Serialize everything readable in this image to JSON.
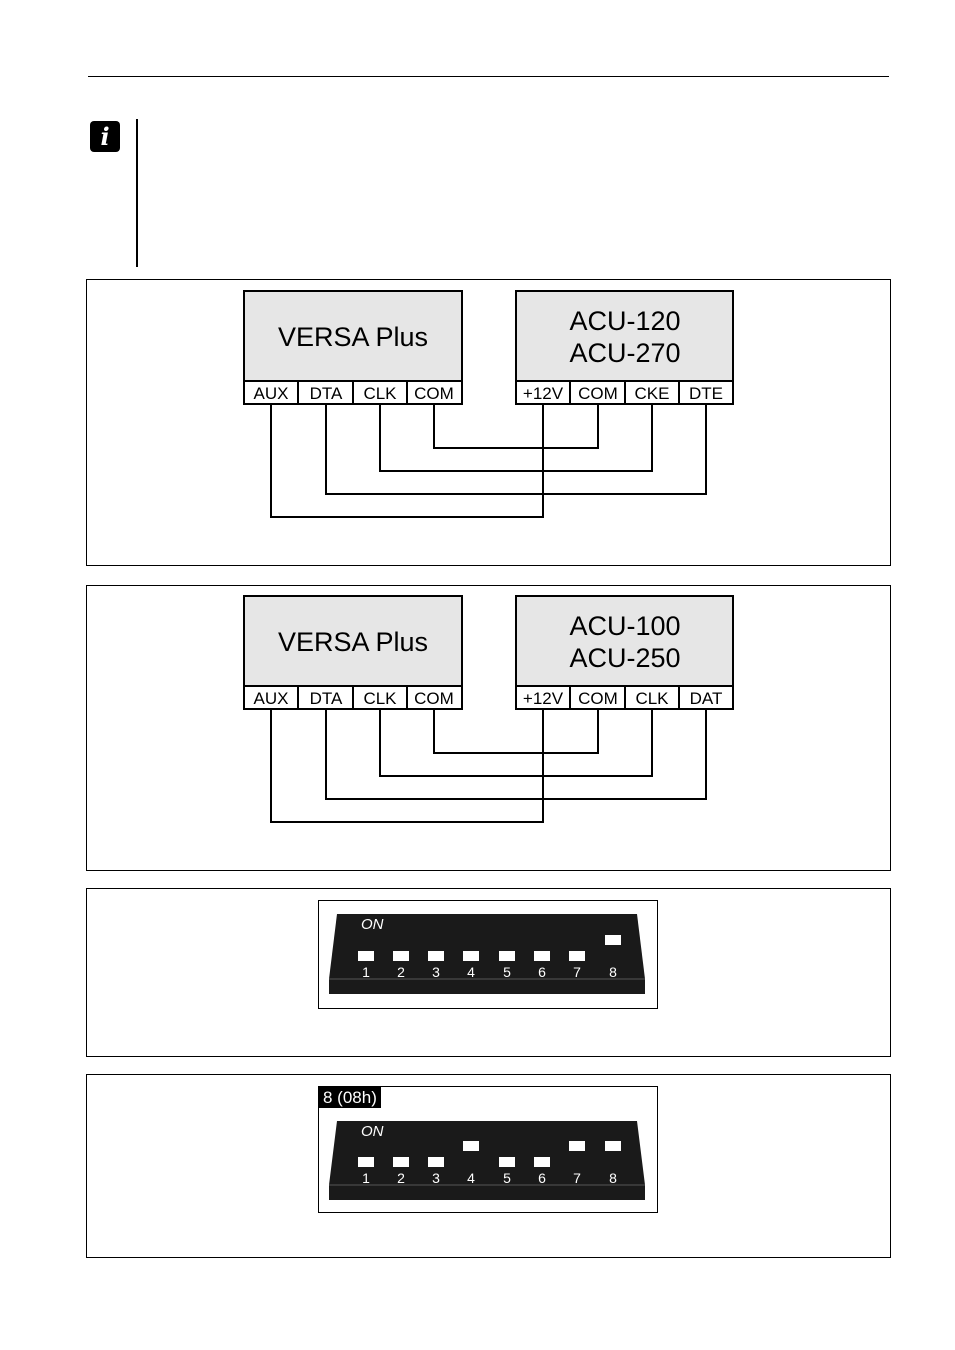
{
  "note": {
    "icon": "info-icon"
  },
  "figure1": {
    "left_box": {
      "title": "VERSA Plus",
      "terminals": [
        "AUX",
        "DTA",
        "CLK",
        "COM"
      ]
    },
    "right_box": {
      "title_line1": "ACU-120",
      "title_line2": "ACU-270",
      "terminals": [
        "+12V",
        "COM",
        "CKE",
        "DTE"
      ]
    },
    "connections": [
      [
        "AUX",
        "+12V"
      ],
      [
        "DTA",
        "DTE"
      ],
      [
        "CLK",
        "CKE"
      ],
      [
        "COM",
        "COM"
      ]
    ]
  },
  "figure2": {
    "left_box": {
      "title": "VERSA Plus",
      "terminals": [
        "AUX",
        "DTA",
        "CLK",
        "COM"
      ]
    },
    "right_box": {
      "title_line1": "ACU-100",
      "title_line2": "ACU-250",
      "terminals": [
        "+12V",
        "COM",
        "CLK",
        "DAT"
      ]
    },
    "connections": [
      [
        "AUX",
        "+12V"
      ],
      [
        "DTA",
        "DAT"
      ],
      [
        "CLK",
        "CLK"
      ],
      [
        "COM",
        "COM"
      ]
    ]
  },
  "dip1": {
    "on_label": "ON",
    "numbers": [
      "1",
      "2",
      "3",
      "4",
      "5",
      "6",
      "7",
      "8"
    ],
    "switch_on": [
      false,
      false,
      false,
      false,
      false,
      false,
      false,
      true
    ]
  },
  "dip2": {
    "caption": "8 (08h)",
    "on_label": "ON",
    "numbers": [
      "1",
      "2",
      "3",
      "4",
      "5",
      "6",
      "7",
      "8"
    ],
    "switch_on": [
      false,
      false,
      false,
      true,
      false,
      false,
      true,
      true
    ]
  }
}
